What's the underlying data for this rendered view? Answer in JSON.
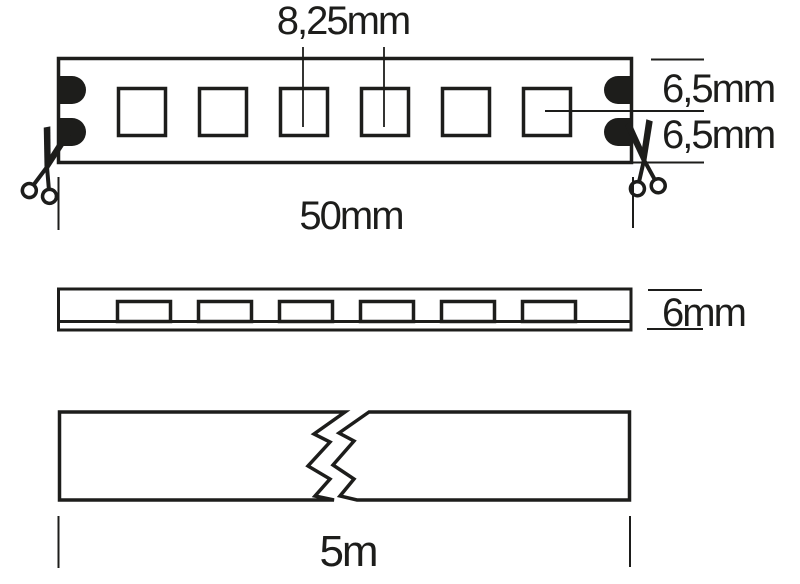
{
  "colors": {
    "line": "#1d1d1b",
    "background": "#ffffff"
  },
  "top_view": {
    "led_count": 6,
    "pitch_label": "8,25mm",
    "width_upper_label": "6,5mm",
    "width_lower_label": "6,5mm",
    "cut_length_label": "50mm"
  },
  "side_view": {
    "led_count": 6,
    "height_label": "6mm"
  },
  "reel_view": {
    "length_label": "5m"
  }
}
